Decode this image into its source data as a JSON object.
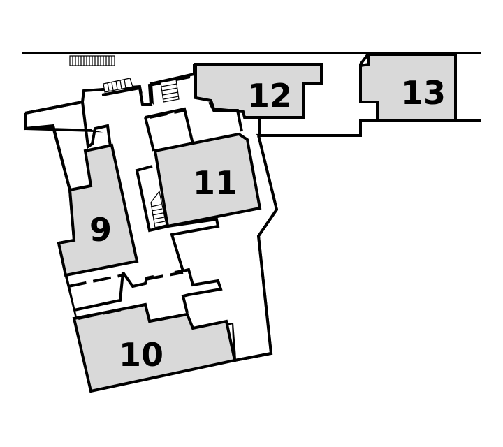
{
  "map": {
    "colors": {
      "room_fill": "#d9d9d9",
      "corridor_fill": "#ffffff",
      "wall": "#000000",
      "background": "#ffffff"
    },
    "rooms": [
      {
        "id": "room-9",
        "label": "9"
      },
      {
        "id": "room-10",
        "label": "10"
      },
      {
        "id": "room-11",
        "label": "11"
      },
      {
        "id": "room-12",
        "label": "12"
      },
      {
        "id": "room-13",
        "label": "13"
      }
    ]
  }
}
